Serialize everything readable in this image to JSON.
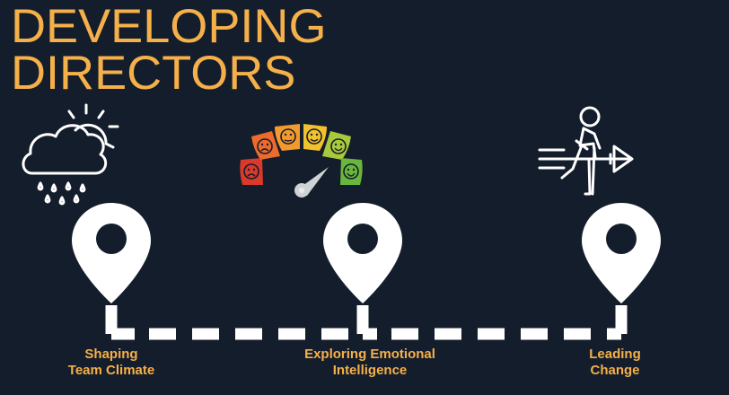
{
  "title": {
    "line1": "DEVELOPING",
    "line2": "DIRECTORS"
  },
  "milestones": [
    {
      "line1": "Shaping",
      "line2": "Team Climate",
      "icon": "weather-cloud-sun-rain-icon"
    },
    {
      "line1": "Exploring Emotional",
      "line2": "Intelligence",
      "icon": "emotion-meter-icon"
    },
    {
      "line1": "Leading",
      "line2": "Change",
      "icon": "person-arrow-icon"
    }
  ],
  "colors": {
    "background": "#141d2b",
    "accent": "#f5b04a",
    "white": "#ffffff",
    "meter": [
      "#d93a2b",
      "#ec6a2c",
      "#f29a2e",
      "#f2c12e",
      "#a8c93a",
      "#6ab63c"
    ]
  }
}
